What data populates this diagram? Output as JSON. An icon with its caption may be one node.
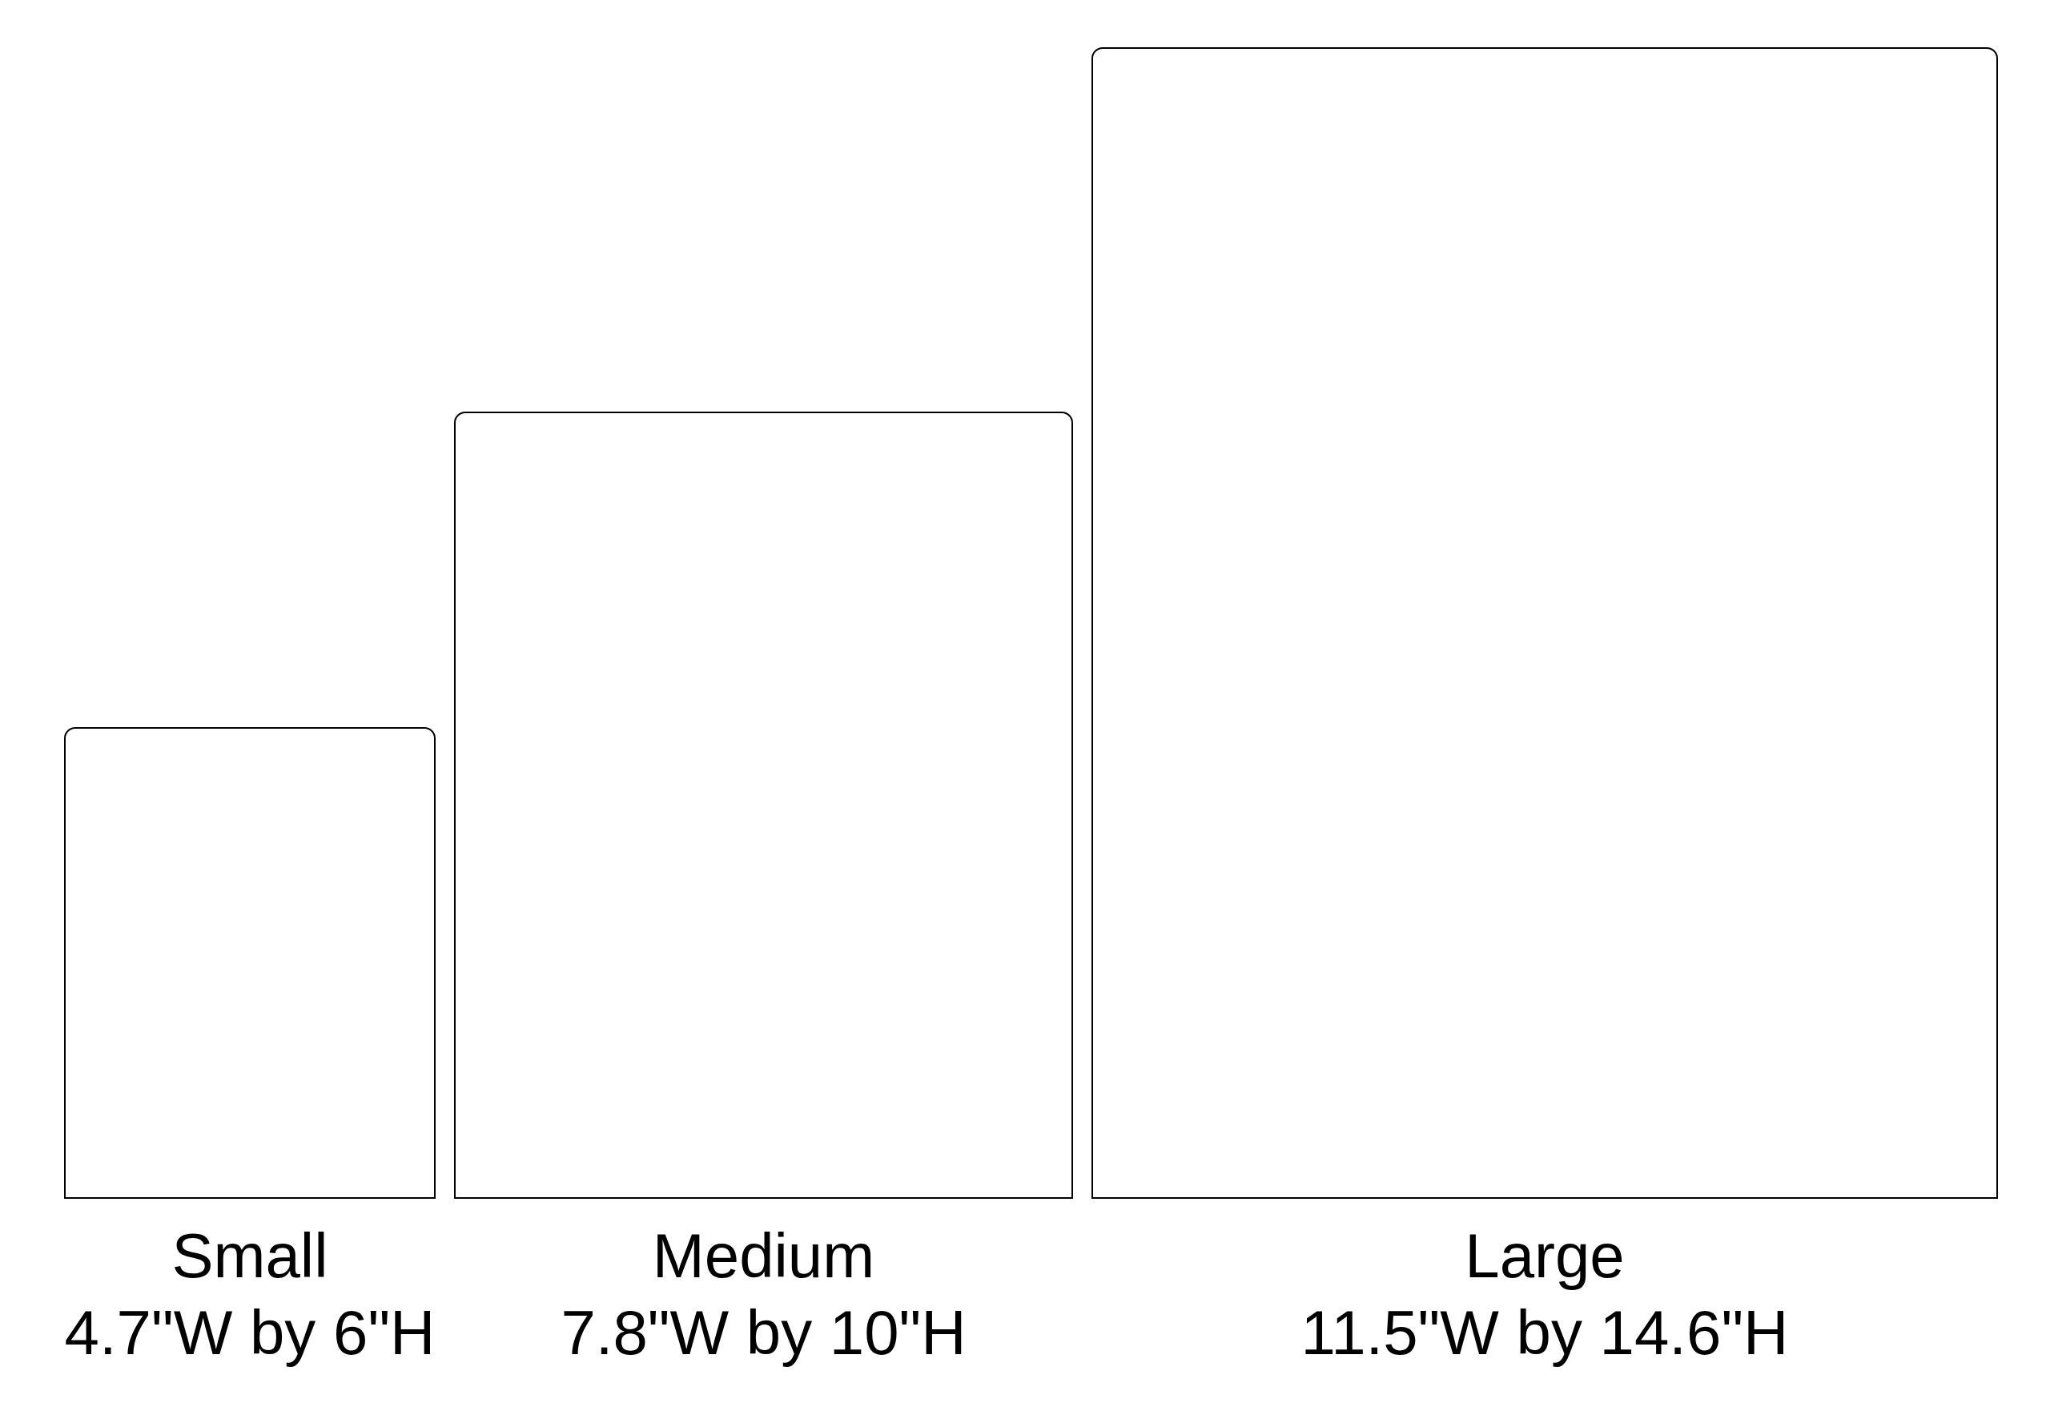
{
  "diagram": {
    "nodes": [
      {
        "text": [
          "Small",
          "4.7\"W by 6\"H"
        ]
      },
      {
        "text": [
          "Medium",
          "7.8\"W by 10\"H"
        ]
      },
      {
        "text": [
          "Large",
          "11.5\"W by 14.6\"H"
        ]
      }
    ]
  }
}
